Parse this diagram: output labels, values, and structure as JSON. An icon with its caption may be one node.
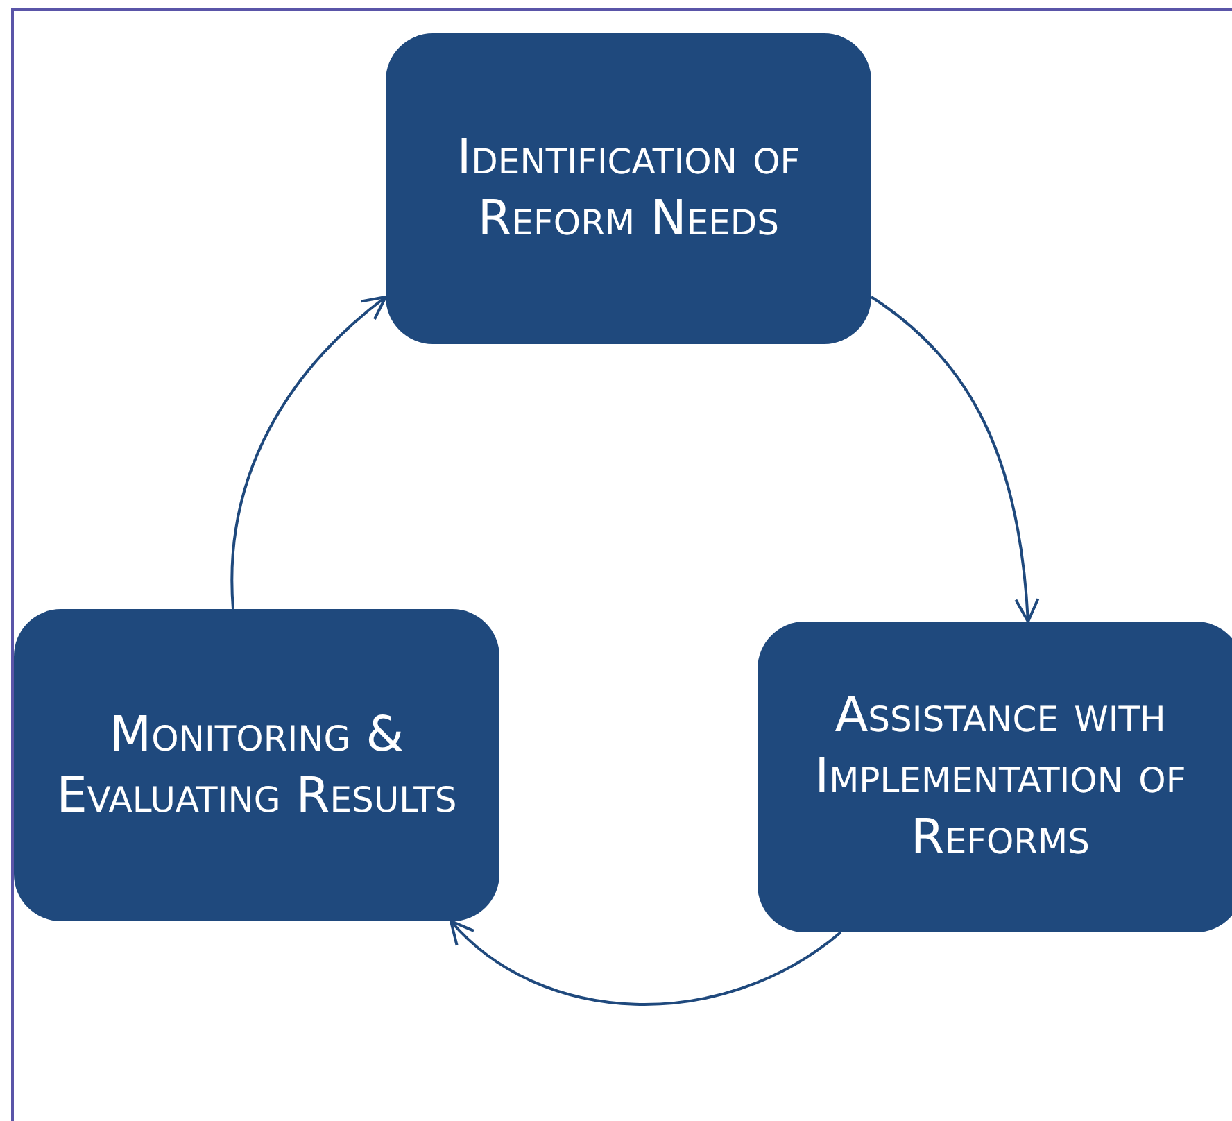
{
  "diagram": {
    "nodes": [
      {
        "text": [
          "Identification of Reform Needs"
        ]
      },
      {
        "text": [
          "Assistance with Implementation of Reforms"
        ]
      },
      {
        "text": [
          "Monitoring & Evaluating Results"
        ]
      }
    ],
    "edges": [
      {
        "from": 0,
        "to": 1,
        "arrow": "to"
      },
      {
        "from": 1,
        "to": 2,
        "arrow": "to"
      },
      {
        "from": 2,
        "to": 0,
        "arrow": "to"
      }
    ]
  }
}
